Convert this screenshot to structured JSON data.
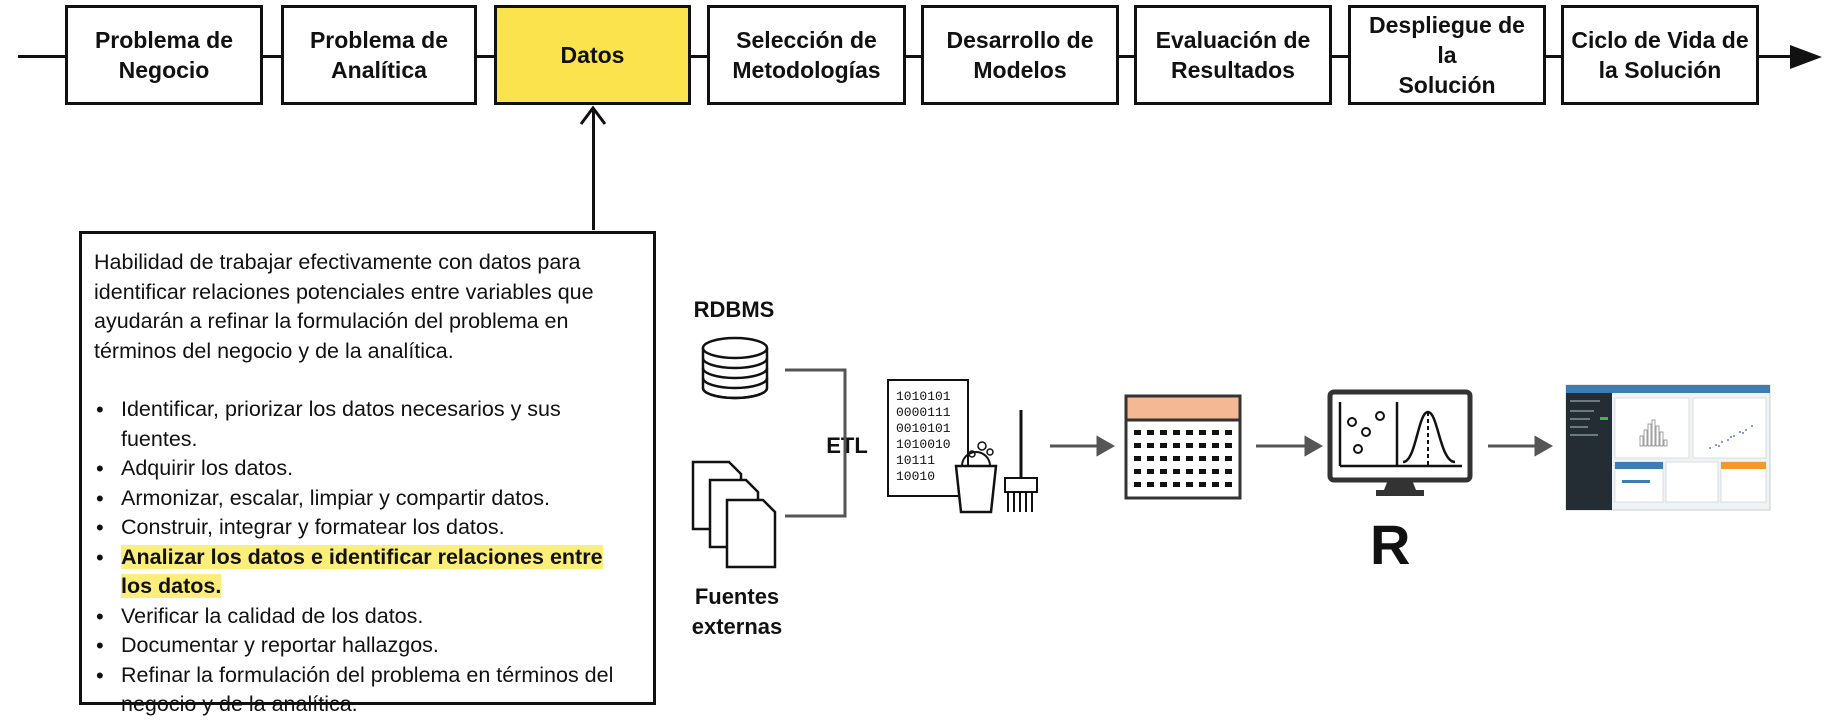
{
  "stages": [
    {
      "label": "Problema de\nNegocio",
      "active": false
    },
    {
      "label": "Problema de\nAnalítica",
      "active": false
    },
    {
      "label": "Datos",
      "active": true
    },
    {
      "label": "Selección de\nMetodologías",
      "active": false
    },
    {
      "label": "Desarrollo de\nModelos",
      "active": false
    },
    {
      "label": "Evaluación de\nResultados",
      "active": false
    },
    {
      "label": "Despliegue de la\nSolución",
      "active": false
    },
    {
      "label": "Ciclo de Vida de\nla Solución",
      "active": false
    }
  ],
  "description": {
    "intro": "Habilidad de trabajar efectivamente con datos para identificar relaciones potenciales entre variables que ayudarán a refinar la formulación del problema en términos del negocio y de la analítica.",
    "bullets": [
      "Identificar, priorizar los datos necesarios y sus fuentes.",
      "Adquirir los datos.",
      "Armonizar, escalar, limpiar y compartir datos.",
      "Construir, integrar y formatear los datos.",
      "Analizar los datos e identificar relaciones entre los datos.",
      "Verificar la calidad de los datos.",
      "Documentar y reportar hallazgos.",
      "Refinar la formulación del problema en términos del negocio y de la analítica."
    ],
    "highlighted_bullet": 4
  },
  "pipeline": {
    "rdbms_label": "RDBMS",
    "external_label": "Fuentes\nexternas",
    "etl_label": "ETL",
    "binary_lines": [
      "1010101",
      "0000111",
      "0010101",
      "1010010",
      "10111",
      "10010"
    ],
    "r_label": "R"
  },
  "colors": {
    "active_stage": "#fae34d",
    "highlight": "#fbee7a",
    "table_header": "#f4b994",
    "dashboard_header": "#3d7db3",
    "dashboard_sidebar": "#232d33",
    "dashboard_accent": "#f09a2a"
  },
  "icons": [
    "database-icon",
    "documents-icon",
    "data-cleaning-icon",
    "table-icon",
    "monitor-plot-icon",
    "dashboard-screenshot"
  ]
}
